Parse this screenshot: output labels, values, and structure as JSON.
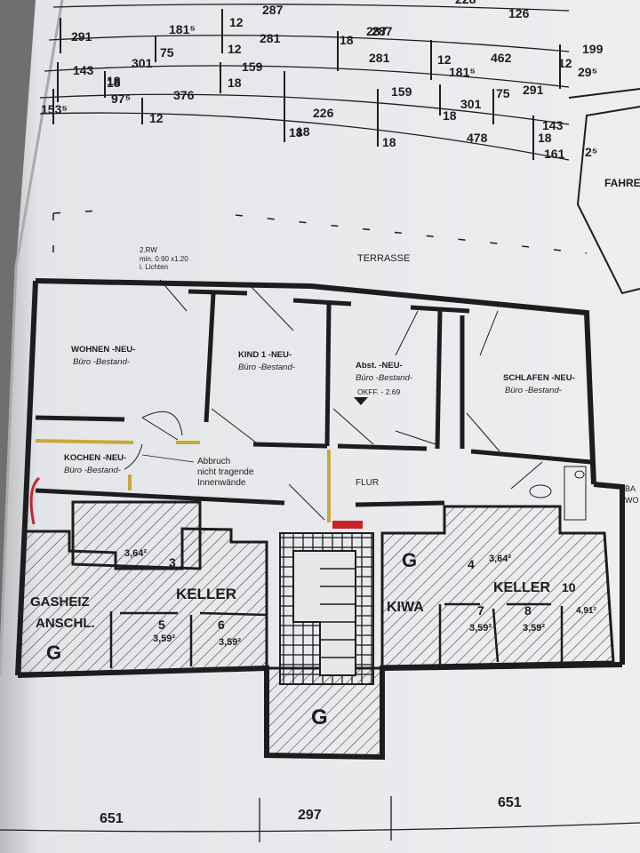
{
  "plan": {
    "top_dimensions": {
      "row1": [
        "287",
        "12",
        "287",
        "228",
        "126"
      ],
      "row2": [
        "291",
        "181⁵",
        "75",
        "12",
        "281",
        "18",
        "287",
        "199"
      ],
      "row3": [
        "143",
        "301",
        "18",
        "159",
        "18",
        "281",
        "12",
        "181⁵",
        "462",
        "12",
        "29⁵"
      ],
      "row4": [
        "153⁵",
        "18",
        "97⁵",
        "12",
        "376",
        "18",
        "159",
        "301",
        "75",
        "291",
        "143"
      ],
      "row5": [
        "226",
        "18",
        "18",
        "18",
        "478",
        "18",
        "161",
        "2⁵"
      ]
    },
    "terrace_label": "TERRASSE",
    "window_note": [
      "2.RW",
      "min. 0.90 x1.20",
      "i. Lichten"
    ],
    "rooms": [
      {
        "name": "WOHNEN -NEU-",
        "sub": "Büro -Bestand-"
      },
      {
        "name": "KIND 1 -NEU-",
        "sub": "Büro -Bestand-"
      },
      {
        "name": "Abst. -NEU-",
        "sub": "Büro -Bestand-"
      },
      {
        "name": "SCHLAFEN -NEU-",
        "sub": "Büro -Bestand-"
      },
      {
        "name": "KOCHEN -NEU-",
        "sub": "Büro -Bestand-"
      }
    ],
    "okff_label": "OKFF. - 2.69",
    "flur_label": "FLUR",
    "demolition_note": [
      "Abbruch",
      "nicht tragende",
      "Innenwände"
    ],
    "right_edge_labels": [
      "FAHRE",
      "BA",
      "WO"
    ],
    "basement_labels": {
      "keller_left": "KELLER",
      "keller_right": "KELLER",
      "gasheiz": [
        "GASHEIZ",
        "ANSCHL."
      ],
      "kiwa": "KIWA",
      "g_marks": [
        "G",
        "G",
        "G"
      ],
      "numbers": [
        "3",
        "5",
        "6",
        "4",
        "7",
        "8",
        "10"
      ],
      "areas": [
        "3,64²",
        "3,59²",
        "3,59²",
        "3,64²",
        "3,59²",
        "3,59²",
        "4,91²"
      ]
    },
    "bottom_dimensions": [
      "651",
      "297",
      "651"
    ]
  },
  "colors": {
    "paper": "#e9eaec",
    "ink": "#1d1d1f",
    "hatch_wall": "#c9a83a",
    "highlight_red": "#c8242a",
    "background": "#6f6f6f"
  }
}
